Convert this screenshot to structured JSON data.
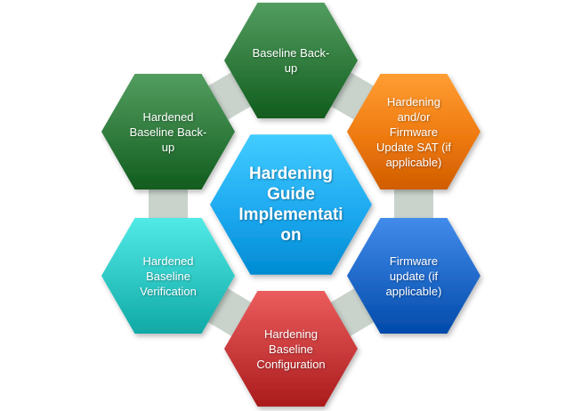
{
  "diagram": {
    "center": {
      "label": "Hardening\nGuide\nImplementati\non",
      "color": "#1ea9f0"
    },
    "steps": [
      {
        "label": "Baseline Back-\nup",
        "color": "#2f7a3c"
      },
      {
        "label": "Hardening\nand/or\nFirmware\nUpdate SAT (if\napplicable)",
        "color": "#ee7a10"
      },
      {
        "label": "Firmware\nupdate (if\napplicable)",
        "color": "#1f68c8"
      },
      {
        "label": "Hardening\nBaseline\nConfiguration",
        "color": "#c8393a"
      },
      {
        "label": "Hardened\nBaseline\nVerification",
        "color": "#2ec7c3"
      },
      {
        "label": "Hardened\nBaseline Back-\nup",
        "color": "#2f7a3c"
      }
    ],
    "connector_color": "#c9d3cc"
  }
}
